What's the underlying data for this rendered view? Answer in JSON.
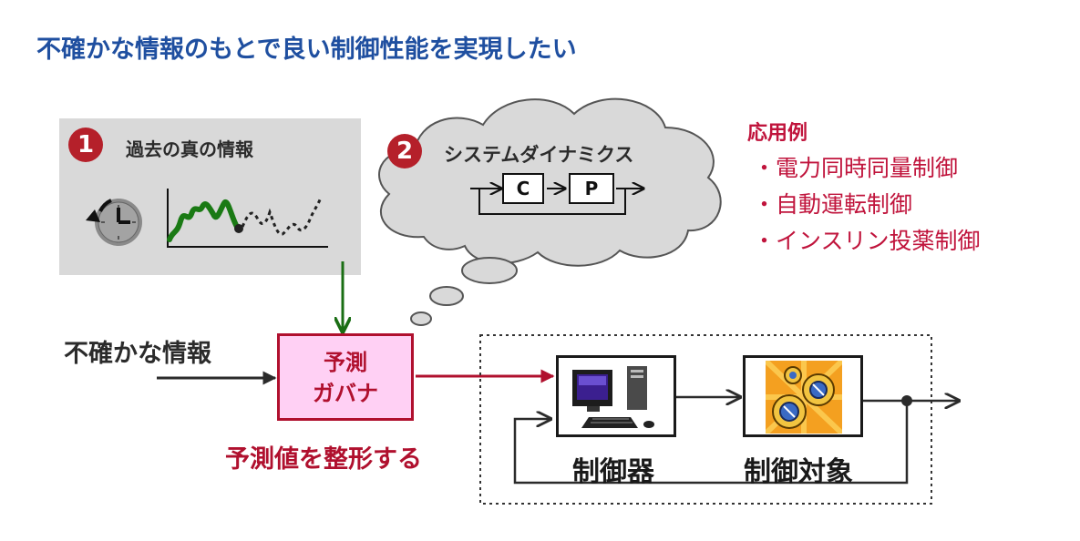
{
  "title": "不確かな情報のもとで良い制御性能を実現したい",
  "panel1": {
    "number": "1",
    "label": "過去の真の情報"
  },
  "cloud": {
    "number": "2",
    "label": "システムダイナミクス",
    "block_c": "C",
    "block_p": "P"
  },
  "applications": {
    "heading": "応用例",
    "items": [
      "・電力同時同量制御",
      "・自動運転制御",
      "・インスリン投薬制御"
    ]
  },
  "input_label": "不確かな情報",
  "governor": {
    "line1": "予測",
    "line2": "ガバナ"
  },
  "governor_caption": "予測値を整形する",
  "controller_label": "制御器",
  "plant_label": "制御対象",
  "colors": {
    "title": "#1f4fa0",
    "accent_red": "#b0102e",
    "app_red": "#c0143c",
    "green": "#1a6e14",
    "governor_fill": "#ffd0f4"
  }
}
